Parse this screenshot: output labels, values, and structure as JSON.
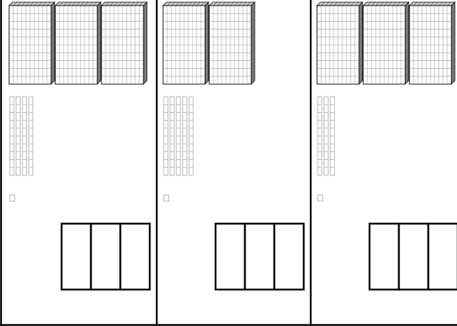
{
  "panels": [
    {
      "hundreds": 3,
      "tens": 4,
      "ones": 1,
      "boxes": 3
    },
    {
      "hundreds": 2,
      "tens": 5,
      "ones": 1,
      "boxes": 3
    },
    {
      "hundreds": 3,
      "tens": 3,
      "ones": 1,
      "boxes": 3
    }
  ],
  "colors": {
    "background": "#ffffff",
    "outline": "#000000",
    "block_face": "#ffffff",
    "block_grid": "#9a9a9a",
    "block_top": "#c8c8c8",
    "block_side": "#7a7a7a",
    "rod_line": "#a9a9a9"
  }
}
